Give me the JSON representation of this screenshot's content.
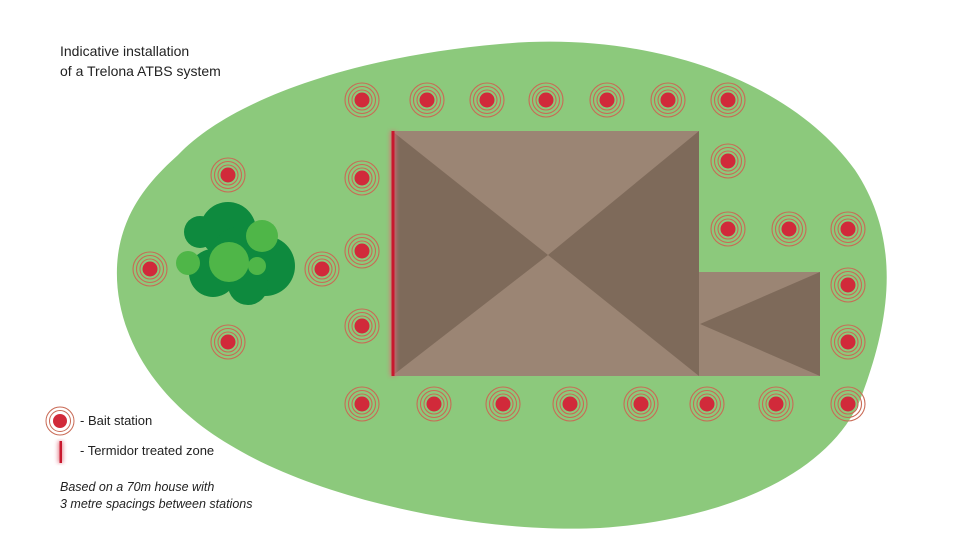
{
  "title": {
    "line1": "Indicative installation",
    "line2": "of a Trelona ATBS system"
  },
  "legend": {
    "bait_station": "- Bait station",
    "termidor_zone": "- Termidor treated zone"
  },
  "note": {
    "line1": "Based on a 70m house with",
    "line2": "3 metre spacings between stations"
  },
  "colors": {
    "lawn": "#8cc97c",
    "roof_light": "#9b8574",
    "roof_dark": "#7e6a5a",
    "bait_red": "#d12a3a",
    "bait_ring": "#c96a55",
    "tree_dark": "#0e8a3e",
    "tree_light": "#4fb648"
  },
  "icons": [
    "bait-station-icon",
    "treated-zone-icon",
    "tree-icon",
    "house-roof-icon"
  ]
}
